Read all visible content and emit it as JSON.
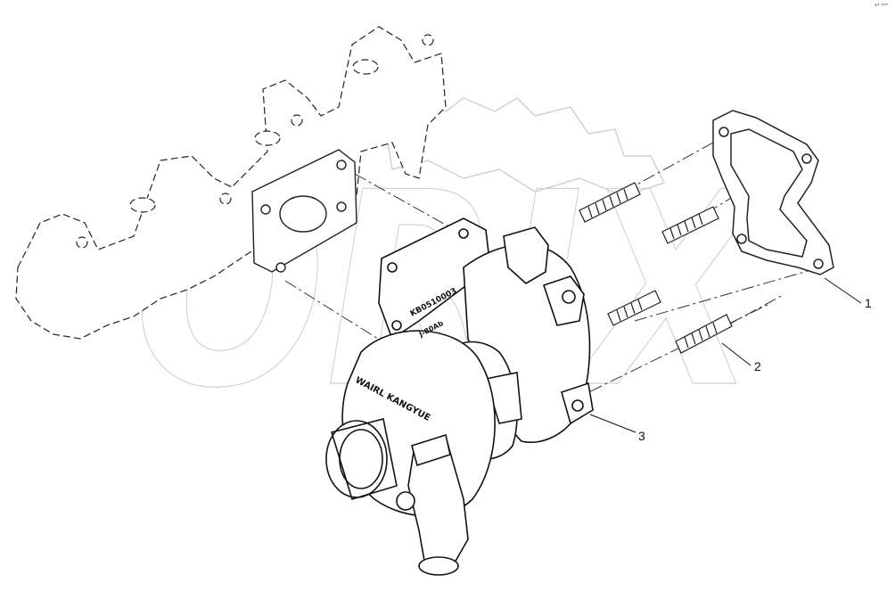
{
  "corner_mark": "•⁴ ᵉᵉᵉ",
  "watermark": {
    "text": "ORIX"
  },
  "turbo_markings": {
    "brand_text": "WAIRL KANGYUE",
    "plate_code": "KB0510003",
    "plate_small": "J-80Ab"
  },
  "callouts": [
    {
      "id": "1",
      "label": "1",
      "part": "gasket"
    },
    {
      "id": "2",
      "label": "2",
      "part": "stud"
    },
    {
      "id": "3",
      "label": "3",
      "part": "turbocharger"
    }
  ]
}
